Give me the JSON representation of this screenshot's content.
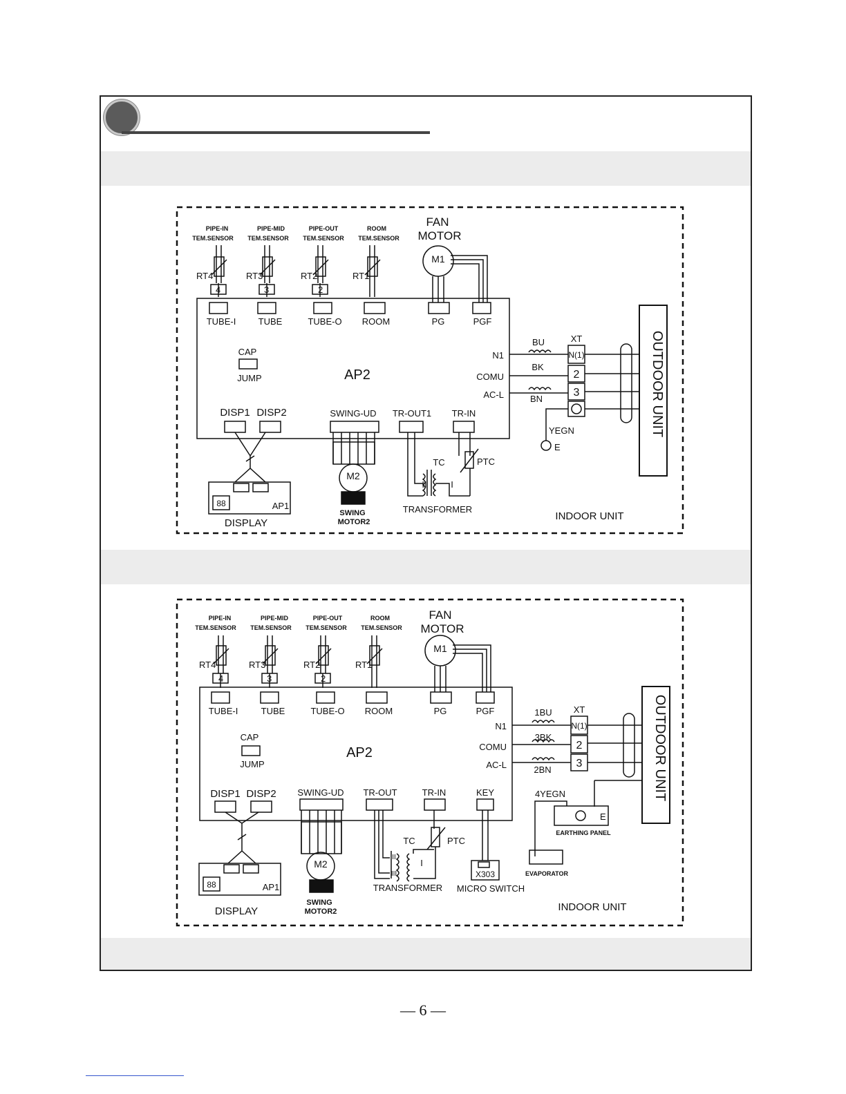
{
  "page": {
    "number": "— 6 —"
  },
  "diagram1": {
    "sensors": [
      {
        "name": "PIPE-IN",
        "sub": "TEM.SENSOR",
        "rt": "RT4",
        "pin": "4",
        "conn": "TUBE-I"
      },
      {
        "name": "PIPE-MID",
        "sub": "TEM.SENSOR",
        "rt": "RT3",
        "pin": "3",
        "conn": "TUBE"
      },
      {
        "name": "PIPE-OUT",
        "sub": "TEM.SENSOR",
        "rt": "RT2",
        "pin": "2",
        "conn": "TUBE-O"
      },
      {
        "name": "ROOM",
        "sub": "TEM.SENSOR",
        "rt": "RT1",
        "pin": "",
        "conn": "ROOM"
      }
    ],
    "fan_motor": {
      "title1": "FAN",
      "title2": "MOTOR",
      "id": "M1",
      "pg": "PG",
      "pgf": "PGF"
    },
    "board": "AP2",
    "cap": "CAP",
    "jump": "JUMP",
    "lines": {
      "n1": "N1",
      "comu": "COMU",
      "acl": "AC-L",
      "bu": "BU",
      "bk": "BK",
      "bn": "BN"
    },
    "terminal": {
      "xt": "XT",
      "t1": "N(1)",
      "t2": "2",
      "t3": "3"
    },
    "earth": {
      "wire": "YEGN",
      "e": "E"
    },
    "disp1": "DISP1",
    "disp2": "DISP2",
    "swing": "SWING-UD",
    "trout": "TR-OUT1",
    "trin": "TR-IN",
    "tc": "TC",
    "ptc": "PTC",
    "coil2": "II",
    "coil1": "I",
    "transformer": "TRANSFORMER",
    "swing_motor": {
      "id": "M2",
      "l1": "SWING",
      "l2": "MOTOR2"
    },
    "display": {
      "seg": "88",
      "ap1": "AP1",
      "label": "DISPLAY"
    },
    "outdoor": "OUTDOOR UNIT",
    "indoor": "INDOOR UNIT"
  },
  "diagram2": {
    "sensors": [
      {
        "name": "PIPE-IN",
        "sub": "TEM.SENSOR",
        "rt": "RT4",
        "pin": "4",
        "conn": "TUBE-I"
      },
      {
        "name": "PIPE-MID",
        "sub": "TEM.SENSOR",
        "rt": "RT3",
        "pin": "3",
        "conn": "TUBE"
      },
      {
        "name": "PIPE-OUT",
        "sub": "TEM.SENSOR",
        "rt": "RT2",
        "pin": "2",
        "conn": "TUBE-O"
      },
      {
        "name": "ROOM",
        "sub": "TEM.SENSOR",
        "rt": "RT1",
        "pin": "",
        "conn": "ROOM"
      }
    ],
    "fan_motor": {
      "title1": "FAN",
      "title2": "MOTOR",
      "id": "M1",
      "pg": "PG",
      "pgf": "PGF"
    },
    "board": "AP2",
    "cap": "CAP",
    "jump": "JUMP",
    "lines": {
      "n1": "N1",
      "comu": "COMU",
      "acl": "AC-L",
      "bu": "1BU",
      "bk": "3BK",
      "bn": "2BN"
    },
    "terminal": {
      "xt": "XT",
      "t1": "N(1)",
      "t2": "2",
      "t3": "3"
    },
    "earth": {
      "wire": "4YEGN",
      "e": "E",
      "panel": "EARTHING PANEL",
      "evap": "EVAPORATOR"
    },
    "disp1": "DISP1",
    "disp2": "DISP2",
    "swing": "SWING-UD",
    "trout": "TR-OUT",
    "trin": "TR-IN",
    "key": "KEY",
    "tc": "TC",
    "ptc": "PTC",
    "coil2": "II",
    "coil3": "III",
    "coil1": "I",
    "transformer": "TRANSFORMER",
    "micro": {
      "id": "X303",
      "label": "MICRO SWITCH"
    },
    "swing_motor": {
      "id": "M2",
      "l1": "SWING",
      "l2": "MOTOR2"
    },
    "display": {
      "seg": "88",
      "ap1": "AP1",
      "label": "DISPLAY"
    },
    "outdoor": "OUTDOOR UNIT",
    "indoor": "INDOOR UNIT"
  }
}
